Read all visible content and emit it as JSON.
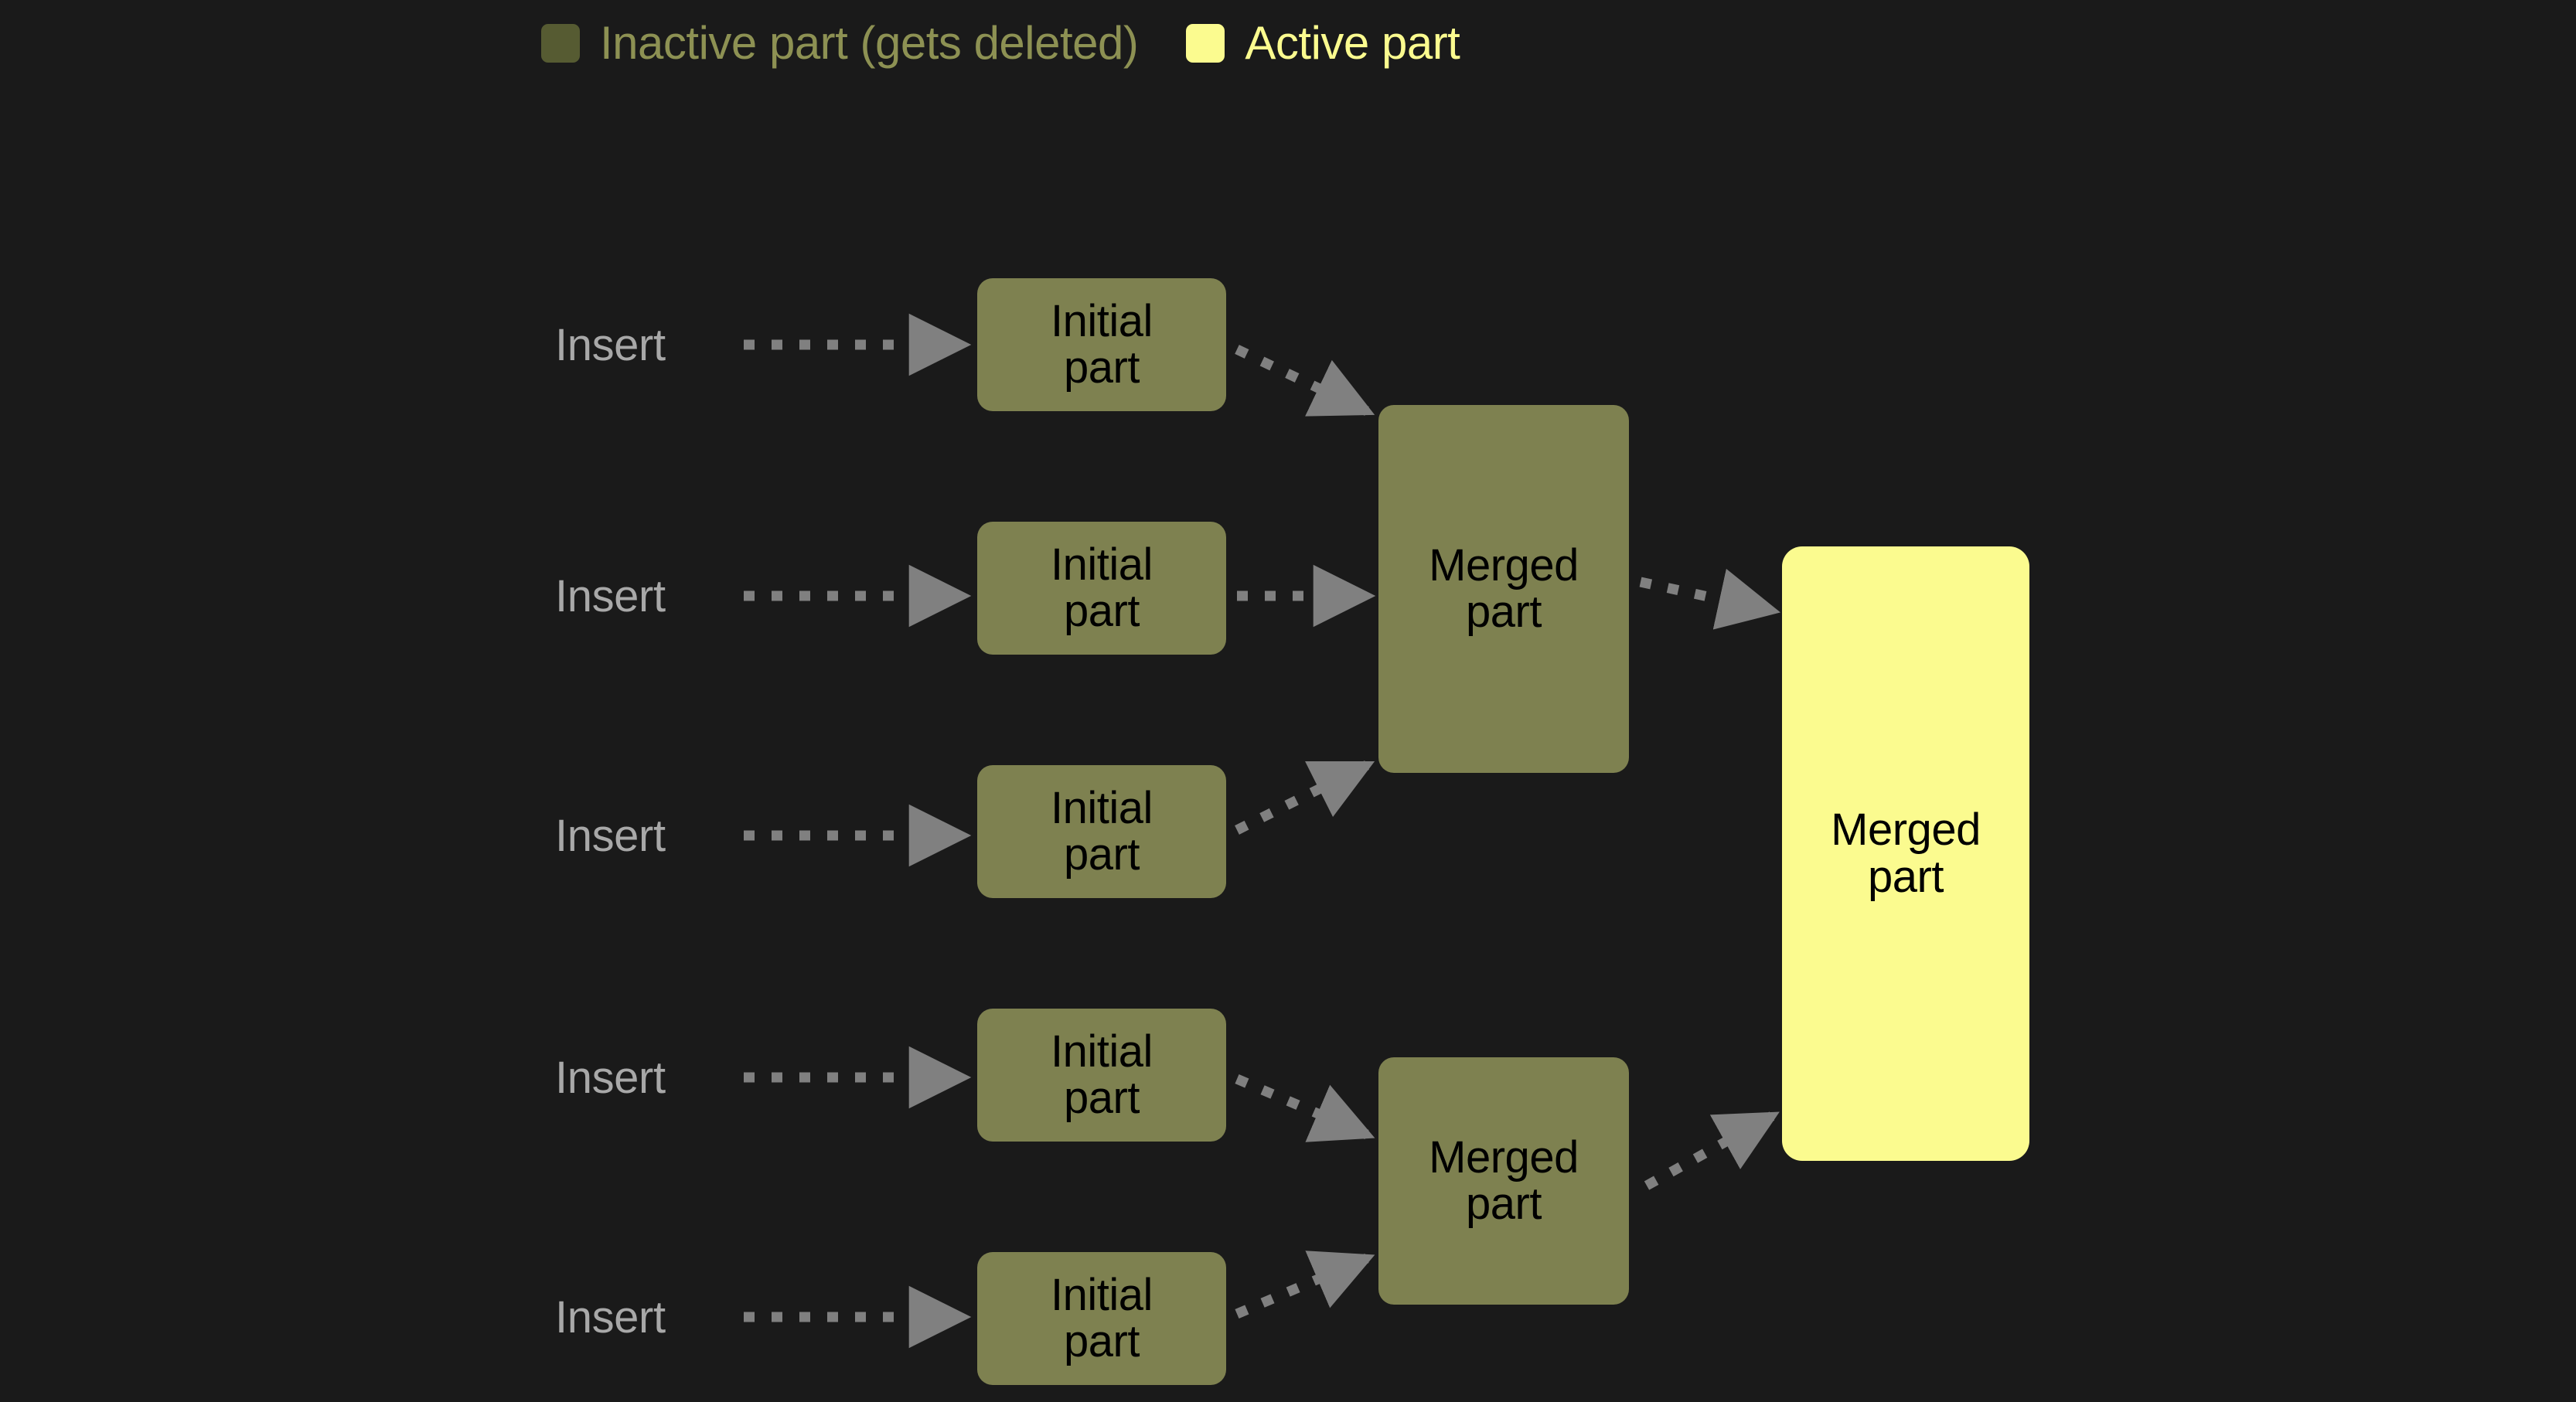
{
  "background_color": "#1a1a1a",
  "legend": {
    "items": [
      {
        "swatch_color": "#565b32",
        "text_color": "#8d9153",
        "label": "Inactive part (gets deleted)",
        "kind": "inactive"
      },
      {
        "swatch_color": "#fbfb8f",
        "text_color": "#fbfb8f",
        "label": "Active part",
        "kind": "active"
      }
    ]
  },
  "inserts": [
    {
      "label": "Insert"
    },
    {
      "label": "Insert"
    },
    {
      "label": "Insert"
    },
    {
      "label": "Insert"
    },
    {
      "label": "Insert"
    }
  ],
  "initial_parts": [
    {
      "label": "Initial\npart",
      "state": "inactive"
    },
    {
      "label": "Initial\npart",
      "state": "inactive"
    },
    {
      "label": "Initial\npart",
      "state": "inactive"
    },
    {
      "label": "Initial\npart",
      "state": "inactive"
    },
    {
      "label": "Initial\npart",
      "state": "inactive"
    }
  ],
  "merged_parts": [
    {
      "label": "Merged\npart",
      "state": "inactive"
    },
    {
      "label": "Merged\npart",
      "state": "inactive"
    }
  ],
  "final_part": {
    "label": "Merged\npart",
    "state": "active"
  },
  "colors": {
    "inactive_fill": "#7e8150",
    "active_fill": "#fbfb8f",
    "inactive_swatch": "#565b32",
    "legend_inactive_text": "#8d9153",
    "insert_text": "#a8a8a8",
    "arrow": "#808080",
    "node_text": "#000000"
  },
  "arrows": {
    "style": "dotted",
    "color": "#808080",
    "head": "solid-triangle",
    "count": 12
  }
}
